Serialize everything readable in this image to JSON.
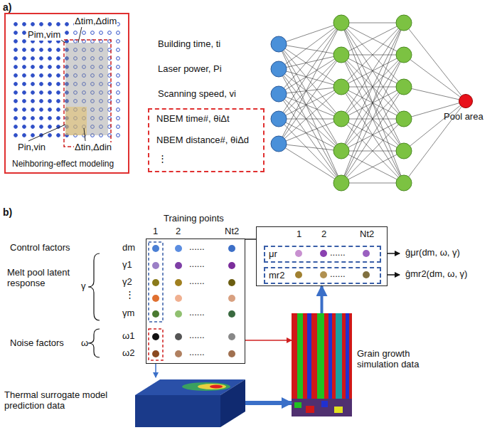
{
  "diagram": {
    "nodes": [
      {
        "text": [
          "Pim,vim",
          "Δtim,Δdim",
          "Pin,vin",
          "Δtin,Δdin",
          "Neihboring-effect modeling"
        ]
      },
      {
        "text": [
          "NBEM time#, θiΔt",
          "NBEM distance#, θiΔd",
          "⋮"
        ]
      },
      {
        "text": [
          "Pool area"
        ]
      },
      {
        "text": [
          "Training points"
        ]
      },
      {
        "text": [
          "1",
          "2",
          "Nt2"
        ]
      },
      {
        "text": [
          "μr"
        ],
        "in": 4
      },
      {
        "text": [
          "mr2"
        ],
        "in": 4
      },
      {
        "text": [
          "Thermal surrogate model prediction data"
        ]
      },
      {
        "text": [
          "Grain growth simulation data"
        ]
      }
    ],
    "edges": [
      {
        "from": 3,
        "to": 7,
        "arrow": "to"
      },
      {
        "from": 7,
        "to": 8,
        "arrow": "to"
      },
      {
        "from": 3,
        "to": 8,
        "arrow": "to"
      },
      {
        "from": 8,
        "to": 4,
        "arrow": "to"
      },
      {
        "from": 3,
        "to": 4,
        "arrow": "none"
      }
    ],
    "labels": [
      "a)",
      "Building time, ti",
      "Laser power, Pi",
      "Scanning speed, vi",
      "b)",
      "1",
      "2",
      "Nt2",
      "Control factors",
      "dm",
      "Melt pool latent response",
      "γ",
      "γ1",
      "γ2",
      "⋮",
      "γm",
      "Noise factors",
      "ω",
      "ω1",
      "ω2",
      "ĝμr(dm, ω, γ)",
      "ĝmr2(dm, ω, γ)",
      "......",
      "......",
      "......",
      "......",
      "......",
      "......",
      "......",
      "......"
    ]
  }
}
